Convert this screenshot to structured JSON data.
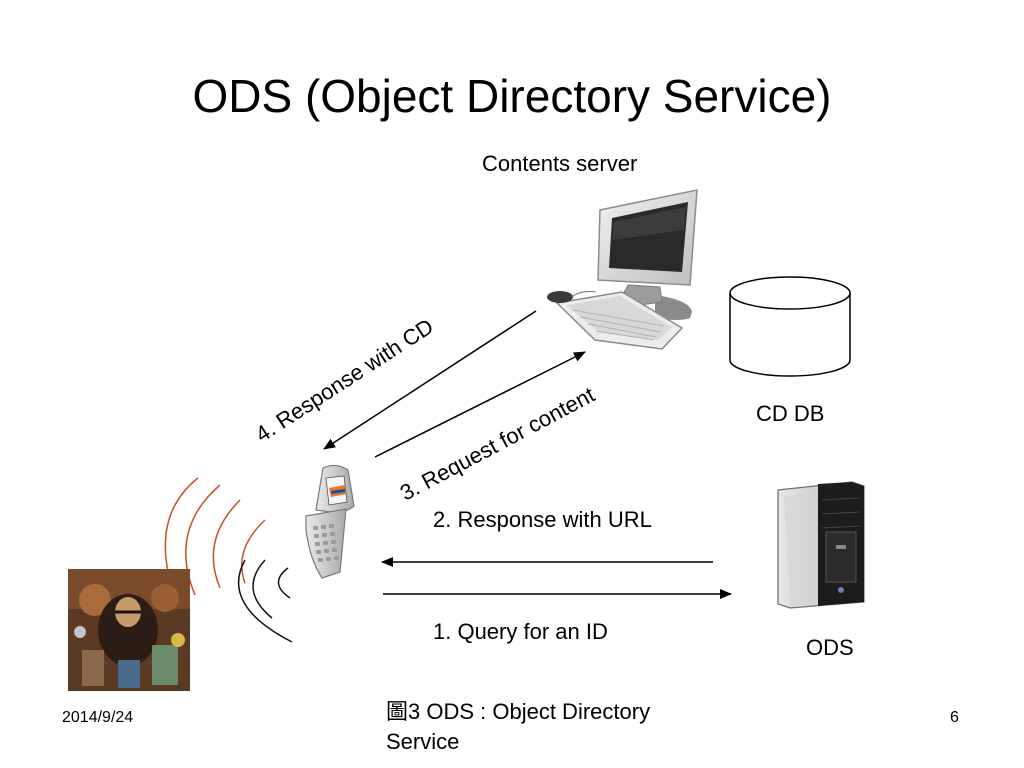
{
  "slide": {
    "title": "ODS (Object Directory Service)",
    "nodes": {
      "contents_server": "Contents server",
      "cd_db": "CD DB",
      "ods": "ODS"
    },
    "arrows": {
      "step1": "1. Query for an ID",
      "step2": "2. Response with URL",
      "step3": "3. Request for content",
      "step4": "4. Response with CD"
    },
    "footer": {
      "date": "2014/9/24",
      "caption": "圖3 ODS : Object Directory Service",
      "page_number": "6"
    }
  },
  "colors": {
    "text": "#000000",
    "wave_red": "#c8502a",
    "wave_black": "#111111"
  }
}
